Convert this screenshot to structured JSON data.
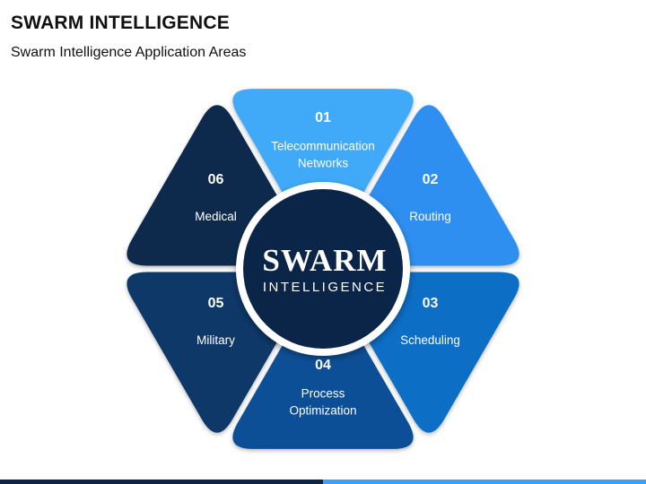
{
  "header": {
    "title": "SWARM INTELLIGENCE",
    "subtitle": "Swarm Intelligence Application Areas"
  },
  "center": {
    "title": "SWARM",
    "subtitle": "INTELLIGENCE",
    "color": "#0a2547"
  },
  "segments": [
    {
      "number": "01",
      "lines": [
        "Telecommunication",
        "Networks"
      ],
      "color": "#40aaf8"
    },
    {
      "number": "02",
      "lines": [
        "Routing"
      ],
      "color": "#2f8ff0"
    },
    {
      "number": "03",
      "lines": [
        "Scheduling"
      ],
      "color": "#0c6ec6"
    },
    {
      "number": "04",
      "lines": [
        "Process",
        "Optimization"
      ],
      "color": "#0a4f96"
    },
    {
      "number": "05",
      "lines": [
        "Military"
      ],
      "color": "#093868"
    },
    {
      "number": "06",
      "lines": [
        "Medical"
      ],
      "color": "#092a4e"
    }
  ],
  "footer_colors": [
    "#0a2547",
    "#3aa0ff"
  ]
}
